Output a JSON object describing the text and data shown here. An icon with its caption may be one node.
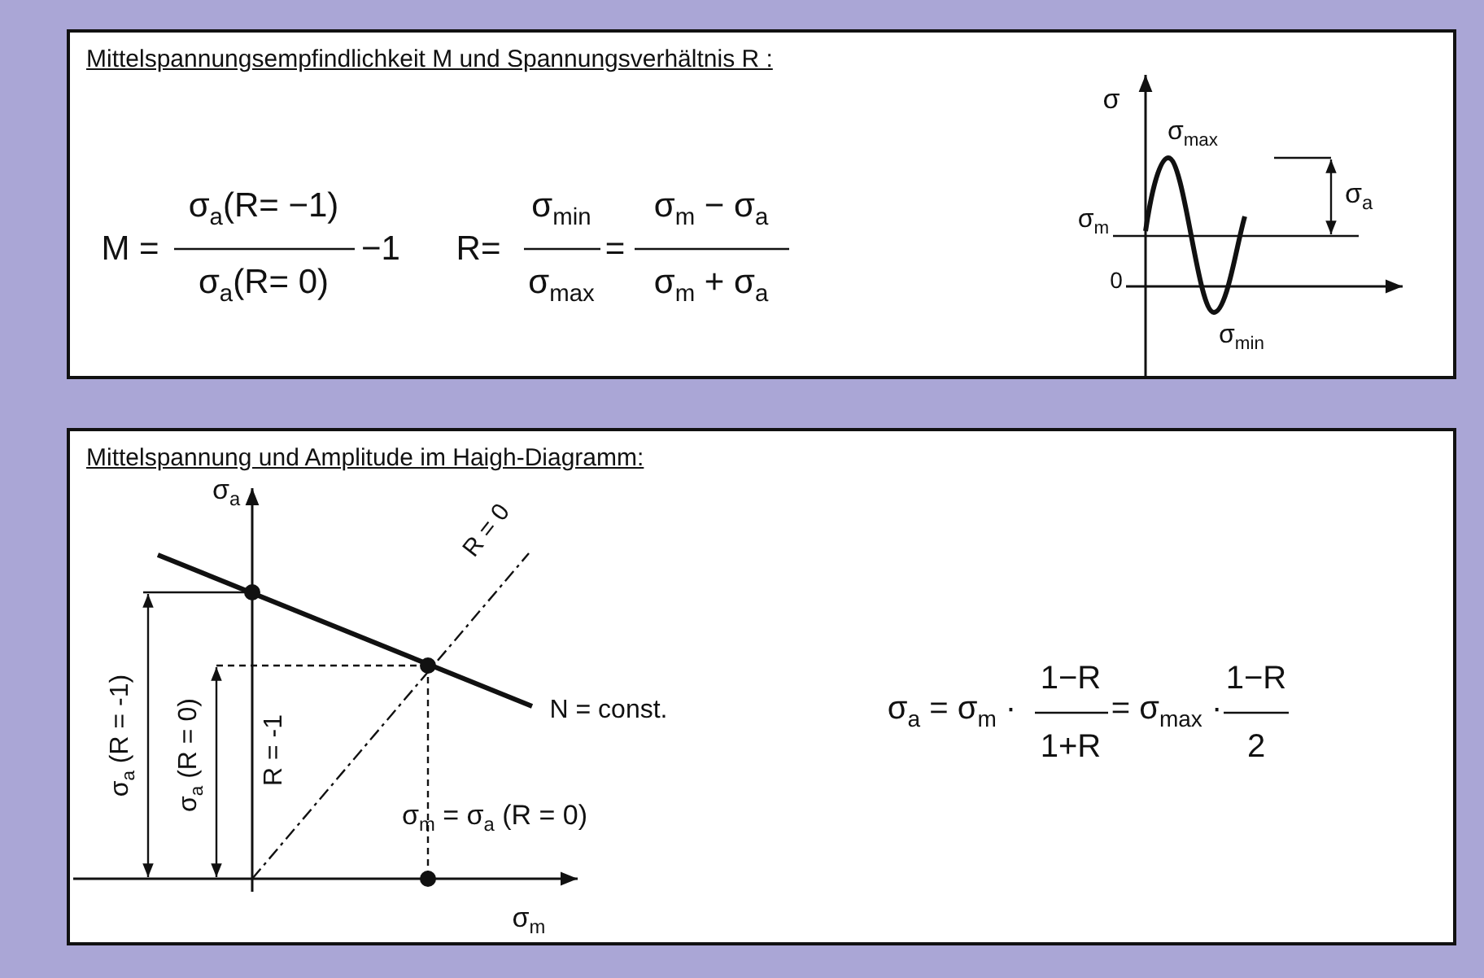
{
  "diagram": {
    "nodes": [
      {
        "text": [
          "Mittelspannungsempfindlichkeit M und Spannungsverhältnis R :"
        ]
      },
      {
        "text": [
          "Mittelspannung und Amplitude im Haigh-Diagramm:"
        ]
      }
    ],
    "labels": [
      "M =",
      "σ$_{a}$(R= −1)",
      "σ$_{a}$(R= 0)",
      "−1",
      "R=",
      "σ$_{min}$",
      "σ$_{max}$",
      "=",
      "σ$_{m}$ − σ$_{a}$",
      "σ$_{m}$ + σ$_{a}$",
      "σ",
      "σ$_{max}$",
      "σ$_{a}$",
      "σ$_{m}$",
      "0",
      "σ$_{min}$",
      "σ$_{a}$",
      "R = 0",
      "σ$_{a}$ (R = -1)",
      "σ$_{a}$ (R = 0)",
      "R = -1",
      "N = const.",
      "σ$_{m}$ = σ$_{a}$ (R = 0)",
      "σ$_{m}$",
      "σ$_{a}$ = σ$_{m}$ ·",
      "1−R",
      "1+R",
      "= σ$_{max}$ ·",
      "1−R",
      "2"
    ]
  }
}
